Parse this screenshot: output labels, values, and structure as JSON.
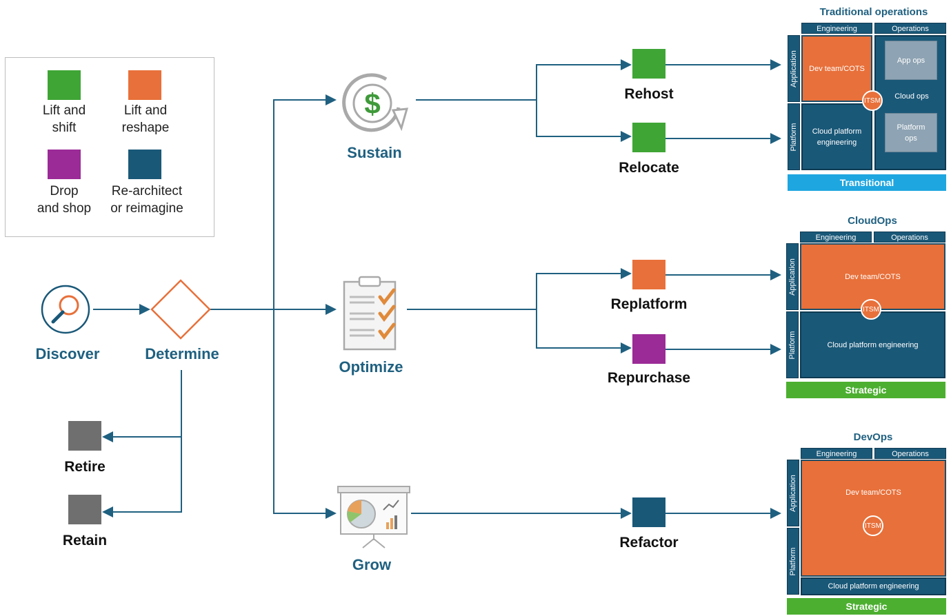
{
  "colors": {
    "lift_and_shift": "#3fa535",
    "lift_and_reshape": "#e8703a",
    "drop_and_shop": "#9b2b96",
    "rearchitect": "#1a5878",
    "retire_retain": "#6f6f6f",
    "line": "#1f6080",
    "transitional": "#1ea6e0",
    "strategic": "#4caf30"
  },
  "legend": [
    {
      "label": "Lift and\nshift",
      "color_key": "lift_and_shift"
    },
    {
      "label": "Lift and\nreshape",
      "color_key": "lift_and_reshape"
    },
    {
      "label": "Drop\nand shop",
      "color_key": "drop_and_shop"
    },
    {
      "label": "Re-architect\nor reimagine",
      "color_key": "rearchitect"
    }
  ],
  "stages": {
    "discover": "Discover",
    "determine": "Determine",
    "sustain": "Sustain",
    "optimize": "Optimize",
    "grow": "Grow"
  },
  "options": {
    "rehost": "Rehost",
    "relocate": "Relocate",
    "replatform": "Replatform",
    "repurchase": "Repurchase",
    "refactor": "Refactor",
    "retire": "Retire",
    "retain": "Retain"
  },
  "models": {
    "traditional": {
      "title": "Traditional operations",
      "engineering": "Engineering",
      "operations": "Operations",
      "application": "Application",
      "platform": "Platform",
      "dev_team": "Dev team/COTS",
      "app_ops": "App ops",
      "cloud_ops": "Cloud ops",
      "cloud_platform": "Cloud platform engineering",
      "platform_ops": "Platform ops",
      "itsm": "ITSM",
      "bar": "Transitional"
    },
    "cloudops": {
      "title": "CloudOps",
      "engineering": "Engineering",
      "operations": "Operations",
      "application": "Application",
      "platform": "Platform",
      "dev_team": "Dev team/COTS",
      "cloud_platform": "Cloud platform engineering",
      "itsm": "ITSM",
      "bar": "Strategic"
    },
    "devops": {
      "title": "DevOps",
      "engineering": "Engineering",
      "operations": "Operations",
      "application": "Application",
      "platform": "Platform",
      "dev_team": "Dev team/COTS",
      "cloud_platform": "Cloud platform engineering",
      "itsm": "ITSM",
      "bar": "Strategic"
    }
  }
}
